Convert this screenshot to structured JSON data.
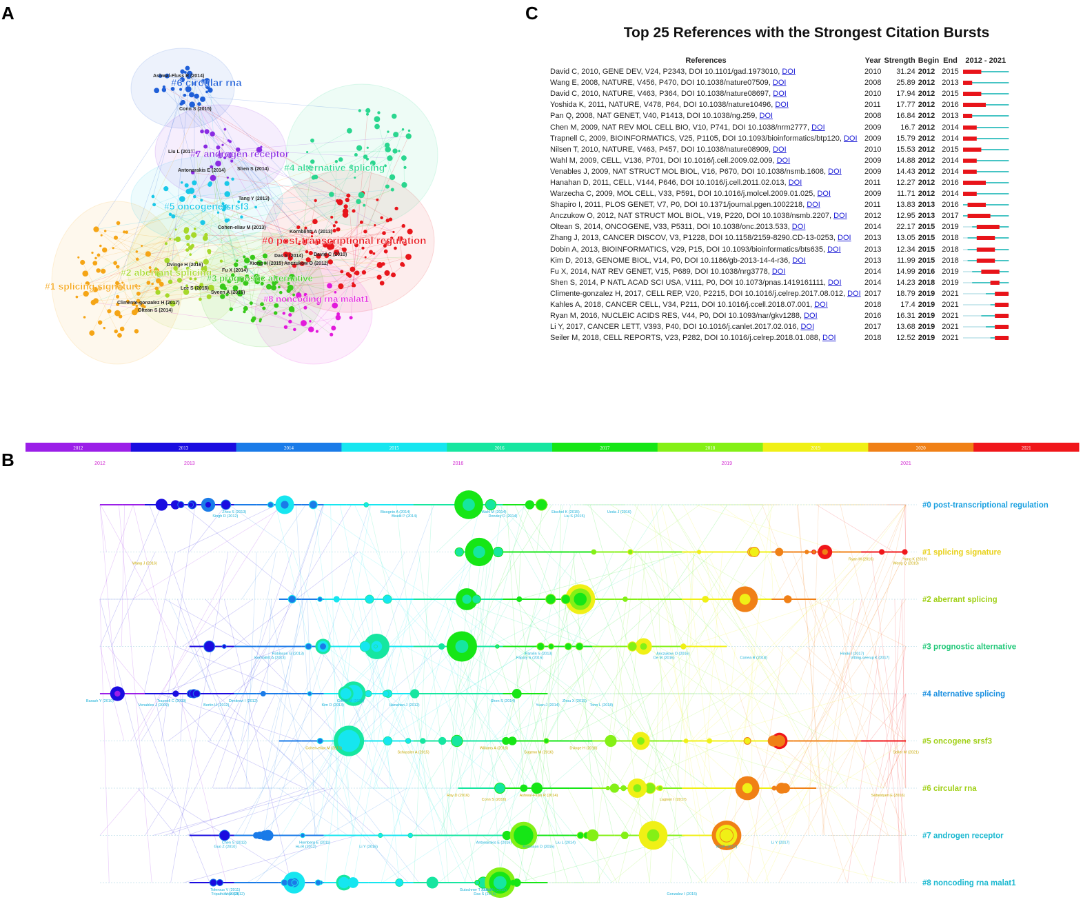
{
  "panels": {
    "a": "A",
    "b": "B",
    "c": "C"
  },
  "cluster_network": {
    "clusters": [
      {
        "label": "#0 post-transcriptional regulation",
        "color": "#e8151b"
      },
      {
        "label": "#1 splicing signature",
        "color": "#f5a516"
      },
      {
        "label": "#2 aberrant splicing",
        "color": "#a6d82a"
      },
      {
        "label": "#3 prognostic alternative",
        "color": "#37c91a"
      },
      {
        "label": "#4 alternative splicing",
        "color": "#2ad68f"
      },
      {
        "label": "#5 oncogene srsf3",
        "color": "#1ac8e8"
      },
      {
        "label": "#6 circular rna",
        "color": "#1f5fd8"
      },
      {
        "label": "#7 androgen receptor",
        "color": "#8a2be2"
      },
      {
        "label": "#8 noncoding rna malat1",
        "color": "#e21adb"
      }
    ],
    "node_labels": [
      "Ashwal-Fluss R (2014)",
      "Conn S (2015)",
      "Liu L (2013)",
      "Antonarakis E (2014)",
      "Shen S (2014)",
      "Tang Y (2013)",
      "Cohen-eliav M (2013)",
      "Kornblihtt A (2013)",
      "David C (2010)",
      "Dvinge H (2016)",
      "Das S (2014)",
      "Xiong H (2015)",
      "Anczukow O (2012)",
      "Fu X (2014)",
      "Lee S (2016)",
      "Sveen A (2016)",
      "Climente-gonzalez H (2017)",
      "Oltean S (2014)"
    ]
  },
  "burst_table": {
    "title": "Top 25 References with the Strongest Citation Bursts",
    "headers": {
      "references": "References",
      "year": "Year",
      "strength": "Strength",
      "begin": "Begin",
      "end": "End",
      "range": "2012 - 2021"
    },
    "range_start": 2012,
    "range_end": 2021,
    "doi_label": "DOI",
    "rows": [
      {
        "ref": "David C, 2010, GENE DEV, V24, P2343, DOI 10.1101/gad.1973010,",
        "year": "2010",
        "strength": "31.24",
        "begin": "2012",
        "end": "2015"
      },
      {
        "ref": "Wang E, 2008, NATURE, V456, P470, DOI 10.1038/nature07509,",
        "year": "2008",
        "strength": "25.89",
        "begin": "2012",
        "end": "2013"
      },
      {
        "ref": "David C, 2010, NATURE, V463, P364, DOI 10.1038/nature08697,",
        "year": "2010",
        "strength": "17.94",
        "begin": "2012",
        "end": "2015"
      },
      {
        "ref": "Yoshida K, 2011, NATURE, V478, P64, DOI 10.1038/nature10496,",
        "year": "2011",
        "strength": "17.77",
        "begin": "2012",
        "end": "2016"
      },
      {
        "ref": "Pan Q, 2008, NAT GENET, V40, P1413, DOI 10.1038/ng.259,",
        "year": "2008",
        "strength": "16.84",
        "begin": "2012",
        "end": "2013"
      },
      {
        "ref": "Chen M, 2009, NAT REV MOL CELL BIO, V10, P741, DOI 10.1038/nrm2777,",
        "year": "2009",
        "strength": "16.7",
        "begin": "2012",
        "end": "2014"
      },
      {
        "ref": "Trapnell C, 2009, BIOINFORMATICS, V25, P1105, DOI 10.1093/bioinformatics/btp120,",
        "year": "2009",
        "strength": "15.79",
        "begin": "2012",
        "end": "2014"
      },
      {
        "ref": "Nilsen T, 2010, NATURE, V463, P457, DOI 10.1038/nature08909,",
        "year": "2010",
        "strength": "15.53",
        "begin": "2012",
        "end": "2015"
      },
      {
        "ref": "Wahl M, 2009, CELL, V136, P701, DOI 10.1016/j.cell.2009.02.009,",
        "year": "2009",
        "strength": "14.88",
        "begin": "2012",
        "end": "2014"
      },
      {
        "ref": "Venables J, 2009, NAT STRUCT MOL BIOL, V16, P670, DOI 10.1038/nsmb.1608,",
        "year": "2009",
        "strength": "14.43",
        "begin": "2012",
        "end": "2014"
      },
      {
        "ref": "Hanahan D, 2011, CELL, V144, P646, DOI 10.1016/j.cell.2011.02.013,",
        "year": "2011",
        "strength": "12.27",
        "begin": "2012",
        "end": "2016"
      },
      {
        "ref": "Warzecha C, 2009, MOL CELL, V33, P591, DOI 10.1016/j.molcel.2009.01.025,",
        "year": "2009",
        "strength": "11.71",
        "begin": "2012",
        "end": "2014"
      },
      {
        "ref": "Shapiro I, 2011, PLOS GENET, V7, P0, DOI 10.1371/journal.pgen.1002218,",
        "year": "2011",
        "strength": "13.83",
        "begin": "2013",
        "end": "2016"
      },
      {
        "ref": "Anczukow O, 2012, NAT STRUCT MOL BIOL, V19, P220, DOI 10.1038/nsmb.2207,",
        "year": "2012",
        "strength": "12.95",
        "begin": "2013",
        "end": "2017"
      },
      {
        "ref": "Oltean S, 2014, ONCOGENE, V33, P5311, DOI 10.1038/onc.2013.533,",
        "year": "2014",
        "strength": "22.17",
        "begin": "2015",
        "end": "2019"
      },
      {
        "ref": "Zhang J, 2013, CANCER DISCOV, V3, P1228, DOI 10.1158/2159-8290.CD-13-0253,",
        "year": "2013",
        "strength": "13.05",
        "begin": "2015",
        "end": "2018"
      },
      {
        "ref": "Dobin A, 2013, BIOINFORMATICS, V29, P15, DOI 10.1093/bioinformatics/bts635,",
        "year": "2013",
        "strength": "12.34",
        "begin": "2015",
        "end": "2018"
      },
      {
        "ref": "Kim D, 2013, GENOME BIOL, V14, P0, DOI 10.1186/gb-2013-14-4-r36,",
        "year": "2013",
        "strength": "11.99",
        "begin": "2015",
        "end": "2018"
      },
      {
        "ref": "Fu X, 2014, NAT REV GENET, V15, P689, DOI 10.1038/nrg3778,",
        "year": "2014",
        "strength": "14.99",
        "begin": "2016",
        "end": "2019"
      },
      {
        "ref": "Shen S, 2014, P NATL ACAD SCI USA, V111, P0, DOI 10.1073/pnas.1419161111,",
        "year": "2014",
        "strength": "14.23",
        "begin": "2018",
        "end": "2019"
      },
      {
        "ref": "Climente-gonzalez H, 2017, CELL REP, V20, P2215, DOI 10.1016/j.celrep.2017.08.012,",
        "year": "2017",
        "strength": "18.79",
        "begin": "2019",
        "end": "2021"
      },
      {
        "ref": "Kahles A, 2018, CANCER CELL, V34, P211, DOI 10.1016/j.ccell.2018.07.001,",
        "year": "2018",
        "strength": "17.4",
        "begin": "2019",
        "end": "2021"
      },
      {
        "ref": "Ryan M, 2016, NUCLEIC ACIDS RES, V44, P0, DOI 10.1093/nar/gkv1288,",
        "year": "2016",
        "strength": "16.31",
        "begin": "2019",
        "end": "2021"
      },
      {
        "ref": "Li Y, 2017, CANCER LETT, V393, P40, DOI 10.1016/j.canlet.2017.02.016,",
        "year": "2017",
        "strength": "13.68",
        "begin": "2019",
        "end": "2021"
      },
      {
        "ref": "Seiler M, 2018, CELL REPORTS, V23, P282, DOI 10.1016/j.celrep.2018.01.088,",
        "year": "2018",
        "strength": "12.52",
        "begin": "2019",
        "end": "2021"
      }
    ],
    "colors": {
      "burst": "#e8141a",
      "active": "#46c4c4",
      "inactive": "#cde9ee"
    }
  },
  "timeline": {
    "color_bar_years": [
      "2012",
      "2013",
      "2014",
      "2015",
      "2016",
      "2017",
      "2018",
      "2019",
      "2020",
      "2021"
    ],
    "color_bar_colors": [
      "#9b1fe8",
      "#1a0ce0",
      "#1a7be8",
      "#16e6f0",
      "#16e6a0",
      "#16e616",
      "#84f016",
      "#f0f016",
      "#f08016",
      "#f0161a"
    ],
    "axis_years": [
      "2012",
      "2013",
      "2016",
      "2019",
      "2021"
    ],
    "clusters": [
      {
        "label": "#0 post-transcriptional regulation",
        "color": "#1aa0e0",
        "start": 2012,
        "end": 2017
      },
      {
        "label": "#1 splicing signature",
        "color": "#e8d016",
        "start": 2016,
        "end": 2021
      },
      {
        "label": "#2 aberrant splicing",
        "color": "#a0d016",
        "start": 2014,
        "end": 2020
      },
      {
        "label": "#3 prognostic alternative",
        "color": "#20c878",
        "start": 2013,
        "end": 2019
      },
      {
        "label": "#4 alternative splicing",
        "color": "#1a8fe0",
        "start": 2012,
        "end": 2017
      },
      {
        "label": "#5 oncogene srsf3",
        "color": "#a0d016",
        "start": 2014,
        "end": 2021
      },
      {
        "label": "#6 circular rna",
        "color": "#a0d016",
        "start": 2016,
        "end": 2020
      },
      {
        "label": "#7 androgen receptor",
        "color": "#1ab8d0",
        "start": 2013,
        "end": 2019
      },
      {
        "label": "#8 noncoding rna malat1",
        "color": "#1ab8d0",
        "start": 2013,
        "end": 2017
      }
    ],
    "node_labels": [
      "Zhou S (2013)",
      "Singh R (2012)",
      "Bisognin A (2014)",
      "Biselli P (2014)",
      "Wahl M (2014)",
      "Dondey D (2014)",
      "Etschel K (2015)",
      "Liu S (2015)",
      "Ueda J (2016)",
      "Wang J (2016)",
      "Ryan M (2016)",
      "Weng Q (2019)",
      "Yang K (2019)",
      "Kornblihtt A (2013)",
      "Robinson G (2013)",
      "Fapoly S (2015)",
      "Parolin S (2013)",
      "De M (2016)",
      "Anczukow O (2016)",
      "Correa B (2018)",
      "Hiroki I (2017)",
      "Vitting-seerup K (2017)",
      "Barash Y (2010)",
      "Venables J (2009)",
      "Trapnell C (2009)",
      "Bertin H (2012)",
      "Dimitrovi I (2012)",
      "Kim D (2013)",
      "Griffith M (2015)",
      "Hanahan J (2012)",
      "Shen S (2014)",
      "Yuan J (2014)",
      "Zhou X (2015)",
      "Tonn L (2018)",
      "Cohen-eliav M (2013)",
      "Schussler A (2015)",
      "Wiliams A (2016)",
      "Sugeno M (2016)",
      "Dvinge H (2016)",
      "Seiler M (2021)",
      "Ray D (2016)",
      "Conn S (2016)",
      "Ashwal-Fluss R (2014)",
      "Lagnon I (2017)",
      "Sebestyen E (2016)",
      "Guo Z (2010)",
      "Chen S (2012)",
      "Hu R (2012)",
      "Hornberg E (2011)",
      "Li Y (2016)",
      "Antonarakis E (2016)",
      "Robinson D (2015)",
      "Liu L (2014)",
      "Mu P (2017)",
      "Li Y (2017)",
      "Anon (2012)",
      "Tolerous V (2011)",
      "Tripathi V (2010)",
      "Gutschner T (2013)",
      "Das S (2015)",
      "Xiong H (2015)",
      "Gonzalez I (2015)"
    ]
  }
}
